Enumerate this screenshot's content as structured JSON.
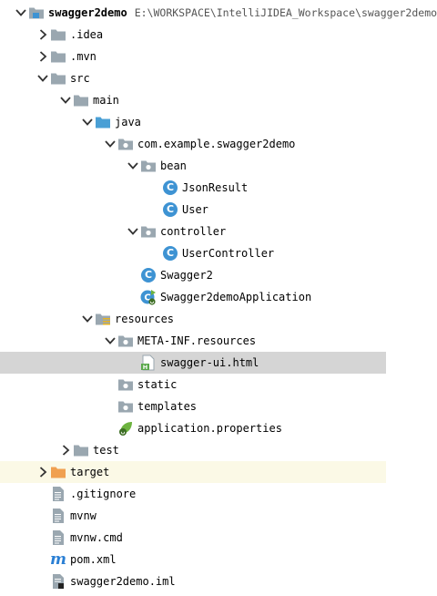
{
  "project_tree": {
    "rows": [
      {
        "label": "swagger2demo",
        "path": "E:\\WORKSPACE\\IntelliJIDEA_Workspace\\swagger2demo",
        "icon": "module-folder-icon",
        "name": "tree-node-swagger2demo",
        "depth": 0,
        "chevron": "down",
        "bold": true
      },
      {
        "label": ".idea",
        "icon": "folder-icon",
        "name": "tree-node-idea",
        "depth": 1,
        "chevron": "right"
      },
      {
        "label": ".mvn",
        "icon": "folder-icon",
        "name": "tree-node-mvn",
        "depth": 1,
        "chevron": "right"
      },
      {
        "label": "src",
        "icon": "folder-icon",
        "name": "tree-node-src",
        "depth": 1,
        "chevron": "down"
      },
      {
        "label": "main",
        "icon": "folder-icon",
        "name": "tree-node-main",
        "depth": 2,
        "chevron": "down"
      },
      {
        "label": "java",
        "icon": "source-root-folder-icon",
        "name": "tree-node-java",
        "depth": 3,
        "chevron": "down"
      },
      {
        "label": "com.example.swagger2demo",
        "icon": "package-icon",
        "name": "tree-node-package-swagger2demo",
        "depth": 4,
        "chevron": "down"
      },
      {
        "label": "bean",
        "icon": "package-icon",
        "name": "tree-node-package-bean",
        "depth": 5,
        "chevron": "down"
      },
      {
        "label": "JsonResult",
        "icon": "class-icon",
        "name": "tree-node-jsonresult",
        "depth": 6,
        "chevron": "none"
      },
      {
        "label": "User",
        "icon": "class-icon",
        "name": "tree-node-user",
        "depth": 6,
        "chevron": "none"
      },
      {
        "label": "controller",
        "icon": "package-icon",
        "name": "tree-node-package-controller",
        "depth": 5,
        "chevron": "down"
      },
      {
        "label": "UserController",
        "icon": "class-icon",
        "name": "tree-node-usercontroller",
        "depth": 6,
        "chevron": "none"
      },
      {
        "label": "Swagger2",
        "icon": "class-icon",
        "name": "tree-node-swagger2",
        "depth": 5,
        "chevron": "none"
      },
      {
        "label": "Swagger2demoApplication",
        "icon": "spring-boot-class-icon",
        "name": "tree-node-swagger2demoapplication",
        "depth": 5,
        "chevron": "none"
      },
      {
        "label": "resources",
        "icon": "resources-folder-icon",
        "name": "tree-node-resources",
        "depth": 3,
        "chevron": "down"
      },
      {
        "label": "META-INF.resources",
        "icon": "package-icon",
        "name": "tree-node-meta-inf-resources",
        "depth": 4,
        "chevron": "down"
      },
      {
        "label": "swagger-ui.html",
        "icon": "html-file-icon",
        "name": "tree-node-swagger-ui-html",
        "depth": 5,
        "chevron": "none",
        "selected": true
      },
      {
        "label": "static",
        "icon": "package-icon",
        "name": "tree-node-static",
        "depth": 4,
        "chevron": "none"
      },
      {
        "label": "templates",
        "icon": "package-icon",
        "name": "tree-node-templates",
        "depth": 4,
        "chevron": "none"
      },
      {
        "label": "application.properties",
        "icon": "spring-properties-icon",
        "name": "tree-node-application-properties",
        "depth": 4,
        "chevron": "none"
      },
      {
        "label": "test",
        "icon": "folder-icon",
        "name": "tree-node-test",
        "depth": 2,
        "chevron": "right"
      },
      {
        "label": "target",
        "icon": "excluded-folder-icon",
        "name": "tree-node-target",
        "depth": 1,
        "chevron": "right",
        "excluded": true
      },
      {
        "label": ".gitignore",
        "icon": "text-file-icon",
        "name": "tree-node-gitignore",
        "depth": 1,
        "chevron": "none"
      },
      {
        "label": "mvnw",
        "icon": "text-file-icon",
        "name": "tree-node-mvnw",
        "depth": 1,
        "chevron": "none"
      },
      {
        "label": "mvnw.cmd",
        "icon": "text-file-icon",
        "name": "tree-node-mvnw-cmd",
        "depth": 1,
        "chevron": "none"
      },
      {
        "label": "pom.xml",
        "icon": "maven-icon",
        "name": "tree-node-pom-xml",
        "depth": 1,
        "chevron": "none"
      },
      {
        "label": "swagger2demo.iml",
        "icon": "iml-file-icon",
        "name": "tree-node-swagger2demo-iml",
        "depth": 1,
        "chevron": "none"
      }
    ]
  },
  "colors": {
    "selected_row": "#d5d5d5",
    "excluded_row": "#fbf9e6",
    "class_icon": "#3e93d3",
    "source_folder": "#4a9fd5",
    "excluded_folder": "#f0a050",
    "folder": "#9aa7b0",
    "spring_green": "#6db33f"
  }
}
